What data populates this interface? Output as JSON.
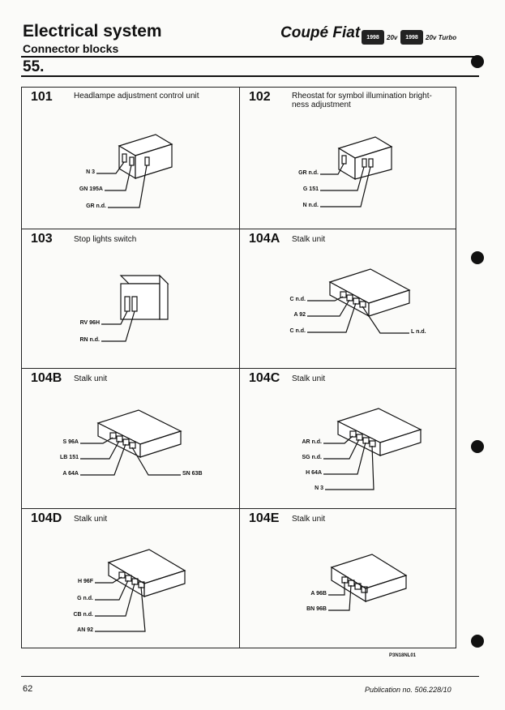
{
  "header": {
    "title": "Electrical system",
    "subtitle": "Connector blocks",
    "brand": "Coupé Fiat",
    "badges": [
      {
        "year": "1998",
        "label": "20v"
      },
      {
        "year": "1998",
        "label": "20v Turbo"
      }
    ],
    "section": "55."
  },
  "panels": [
    {
      "number": "101",
      "description": "Headlampe adjustment control unit",
      "wires": [
        "N 3",
        "GN 195A",
        "GR n.d."
      ]
    },
    {
      "number": "102",
      "description": "Rheostat for symbol illumination bright- ness adjustment",
      "wires": [
        "GR n.d.",
        "G 151",
        "N n.d."
      ]
    },
    {
      "number": "103",
      "description": "Stop lights switch",
      "wires": [
        "RV 96H",
        "RN n.d."
      ]
    },
    {
      "number": "104A",
      "description": "Stalk unit",
      "wires": [
        "C n.d.",
        "A 92",
        "C n.d.",
        "L n.d."
      ]
    },
    {
      "number": "104B",
      "description": "Stalk unit",
      "wires": [
        "S 96A",
        "LB 151",
        "A 64A",
        "SN 63B"
      ]
    },
    {
      "number": "104C",
      "description": "Stalk unit",
      "wires": [
        "AR n.d.",
        "SG n.d.",
        "H 64A",
        "N 3"
      ]
    },
    {
      "number": "104D",
      "description": "Stalk unit",
      "wires": [
        "H 96F",
        "G n.d.",
        "CB n.d.",
        "AN 92"
      ]
    },
    {
      "number": "104E",
      "description": "Stalk unit",
      "wires": [
        "A 96B",
        "BN 96B"
      ]
    }
  ],
  "footer": {
    "code": "P3N18NL01",
    "page": "62",
    "publication": "Publication no. 506.228/10"
  }
}
